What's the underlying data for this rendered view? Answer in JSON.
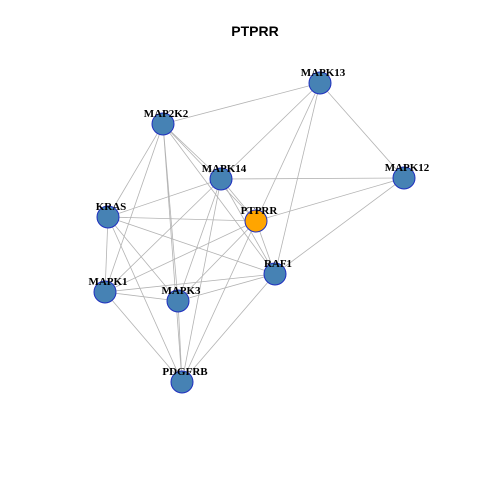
{
  "title": "PTPRR",
  "colors": {
    "node_default": "#4682b4",
    "node_highlight": "#ffa500",
    "node_border": "#1f2fbf",
    "edge": "#b3b3b3"
  },
  "nodes": [
    {
      "id": "MAPK13",
      "label": "MAPK13",
      "highlight": false
    },
    {
      "id": "MAP2K2",
      "label": "MAP2K2",
      "highlight": false
    },
    {
      "id": "MAPK14",
      "label": "MAPK14",
      "highlight": false
    },
    {
      "id": "MAPK12",
      "label": "MAPK12",
      "highlight": false
    },
    {
      "id": "KRAS",
      "label": "KRAS",
      "highlight": false
    },
    {
      "id": "PTPRR",
      "label": "PTPRR",
      "highlight": true
    },
    {
      "id": "RAF1",
      "label": "RAF1",
      "highlight": false
    },
    {
      "id": "MAPK1",
      "label": "MAPK1",
      "highlight": false
    },
    {
      "id": "MAPK3",
      "label": "MAPK3",
      "highlight": false
    },
    {
      "id": "PDGFRB",
      "label": "PDGFRB",
      "highlight": false
    }
  ],
  "edges": [
    [
      "MAP2K2",
      "MAPK13"
    ],
    [
      "MAP2K2",
      "MAPK14"
    ],
    [
      "MAP2K2",
      "PTPRR"
    ],
    [
      "MAP2K2",
      "RAF1"
    ],
    [
      "MAP2K2",
      "KRAS"
    ],
    [
      "MAP2K2",
      "MAPK1"
    ],
    [
      "MAP2K2",
      "MAPK3"
    ],
    [
      "MAP2K2",
      "PDGFRB"
    ],
    [
      "MAPK13",
      "MAPK14"
    ],
    [
      "MAPK13",
      "MAPK12"
    ],
    [
      "MAPK13",
      "PTPRR"
    ],
    [
      "MAPK13",
      "RAF1"
    ],
    [
      "MAPK14",
      "MAPK12"
    ],
    [
      "MAPK14",
      "KRAS"
    ],
    [
      "MAPK14",
      "PTPRR"
    ],
    [
      "MAPK14",
      "RAF1"
    ],
    [
      "MAPK14",
      "MAPK1"
    ],
    [
      "MAPK14",
      "MAPK3"
    ],
    [
      "MAPK14",
      "PDGFRB"
    ],
    [
      "MAPK12",
      "PTPRR"
    ],
    [
      "MAPK12",
      "RAF1"
    ],
    [
      "KRAS",
      "PTPRR"
    ],
    [
      "KRAS",
      "RAF1"
    ],
    [
      "KRAS",
      "MAPK1"
    ],
    [
      "KRAS",
      "MAPK3"
    ],
    [
      "KRAS",
      "PDGFRB"
    ],
    [
      "PTPRR",
      "RAF1"
    ],
    [
      "PTPRR",
      "MAPK1"
    ],
    [
      "PTPRR",
      "MAPK3"
    ],
    [
      "PTPRR",
      "PDGFRB"
    ],
    [
      "RAF1",
      "MAPK1"
    ],
    [
      "RAF1",
      "MAPK3"
    ],
    [
      "RAF1",
      "PDGFRB"
    ],
    [
      "MAPK1",
      "MAPK3"
    ],
    [
      "MAPK1",
      "PDGFRB"
    ],
    [
      "MAPK3",
      "PDGFRB"
    ]
  ]
}
